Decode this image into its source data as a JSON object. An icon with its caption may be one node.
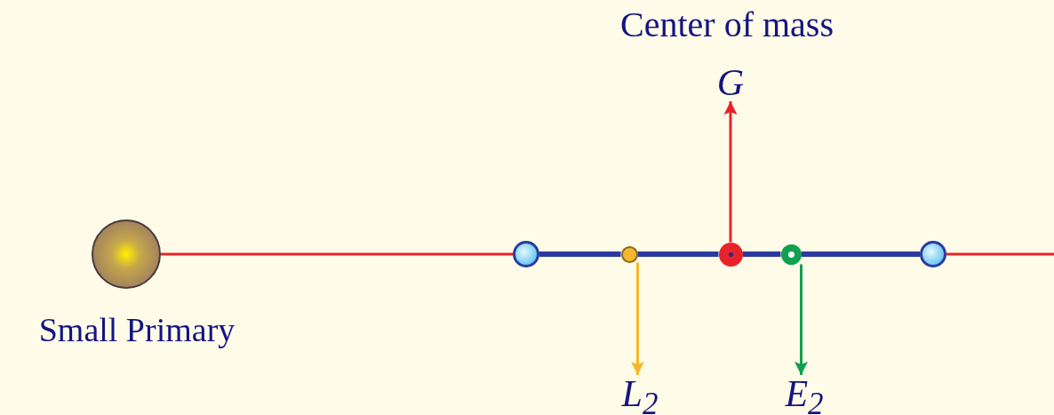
{
  "diagram": {
    "nodes": [
      {
        "text": [
          "G"
        ],
        "beside": [
          "Center of mass"
        ]
      },
      {
        "text": [],
        "shape": "circle",
        "beside": [
          "Small Primary"
        ]
      },
      {
        "text": [],
        "shape": "circle"
      },
      {
        "text": [],
        "shape": "circle"
      },
      {
        "text": [],
        "shape": "circle"
      },
      {
        "text": [],
        "shape": "circle"
      },
      {
        "text": [],
        "shape": "circle"
      },
      {
        "text": [
          "L$_{2}$"
        ]
      },
      {
        "text": [
          "E$_{2}$"
        ]
      }
    ],
    "edges": [
      {
        "from": 1,
        "to": 2,
        "arrow": "none",
        "color": "#e8222a"
      },
      {
        "from": 2,
        "to": 3,
        "arrow": "none",
        "style": "thick"
      },
      {
        "from": 3,
        "to": 4,
        "arrow": "none",
        "style": "thick"
      },
      {
        "from": 4,
        "to": 5,
        "arrow": "none",
        "style": "thick"
      },
      {
        "from": 5,
        "to": 6,
        "arrow": "none",
        "style": "thick"
      },
      {
        "from": 6,
        "to": null,
        "arrow": "none",
        "color": "#e8222a"
      },
      {
        "from": 4,
        "to": 0,
        "arrow": "to",
        "color": "#e8222a"
      },
      {
        "from": 3,
        "to": 7,
        "arrow": "to",
        "color": "#f5b82a"
      },
      {
        "from": 5,
        "to": 8,
        "arrow": "to",
        "color": "#10a050"
      }
    ]
  }
}
